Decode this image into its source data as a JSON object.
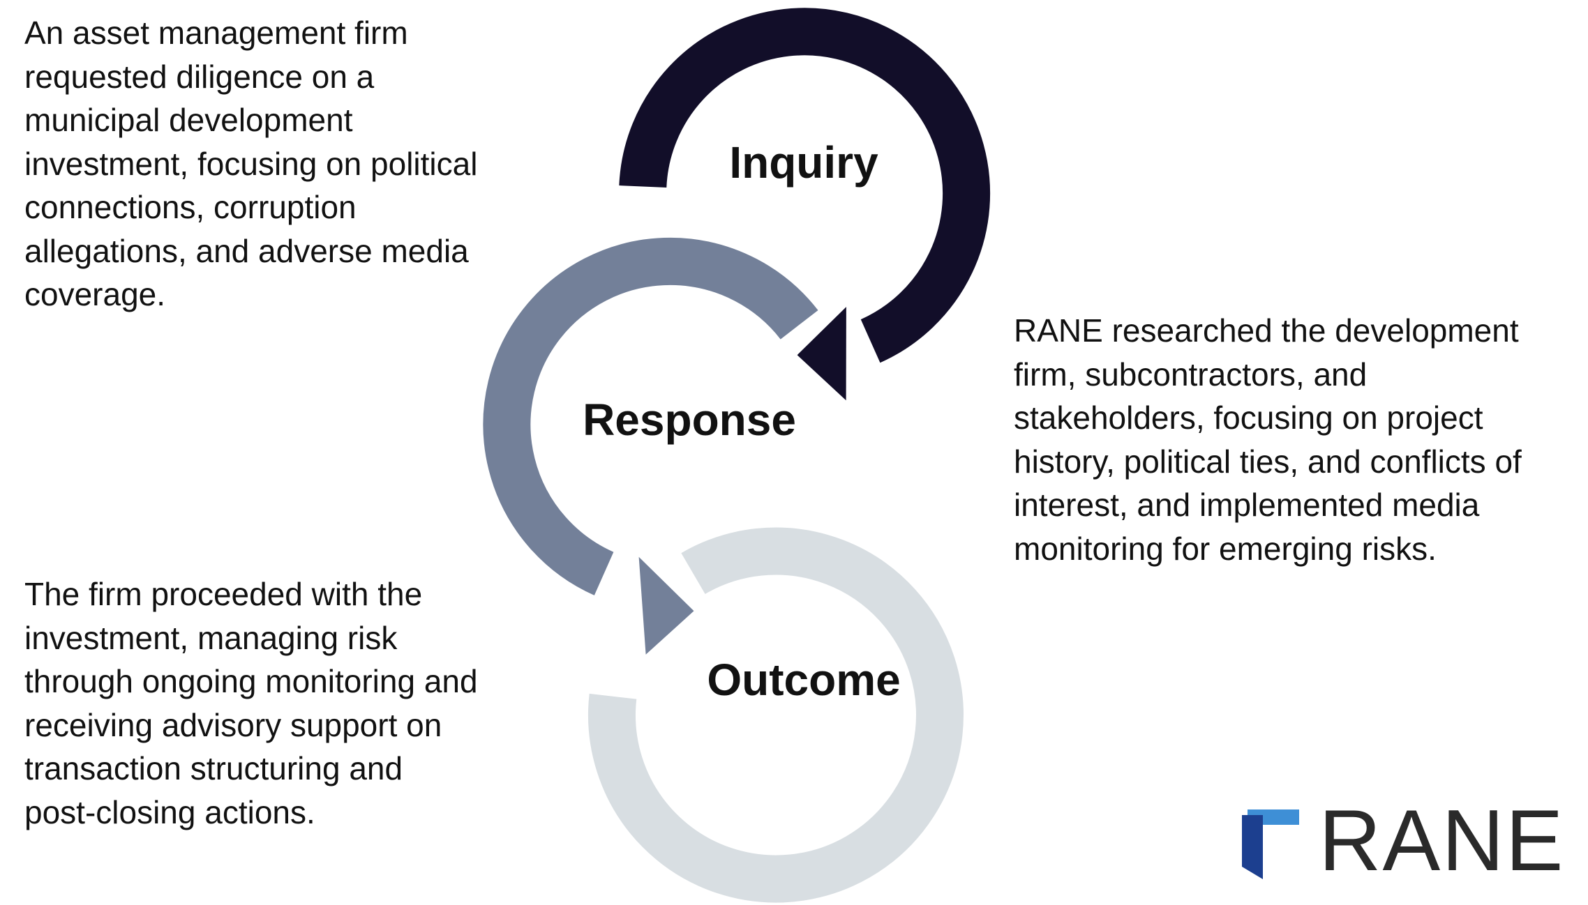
{
  "stages": {
    "inquiry": {
      "label": "Inquiry",
      "color": "#120e29",
      "text_lines": [
        "An asset management firm",
        "requested diligence on a",
        "municipal development",
        "investment, focusing on political",
        "connections, corruption",
        "allegations, and adverse media",
        "coverage."
      ]
    },
    "response": {
      "label": "Response",
      "color": "#738099",
      "text_lines": [
        "RANE researched the development",
        "firm, subcontractors, and",
        "stakeholders, focusing on project",
        "history, political ties, and conflicts of",
        "interest, and implemented media",
        "monitoring for emerging risks."
      ]
    },
    "outcome": {
      "label": "Outcome",
      "color": "#d8dee2",
      "text_lines": [
        "The firm proceeded with the",
        "investment, managing risk",
        "through ongoing monitoring and",
        "receiving advisory support on",
        "transaction structuring and",
        "post-closing actions."
      ]
    }
  },
  "logo": {
    "text": "RANE",
    "mark_icon": "rane-logo-mark-icon",
    "mark_colors": [
      "#1c3f8f",
      "#3e8fd6"
    ]
  }
}
